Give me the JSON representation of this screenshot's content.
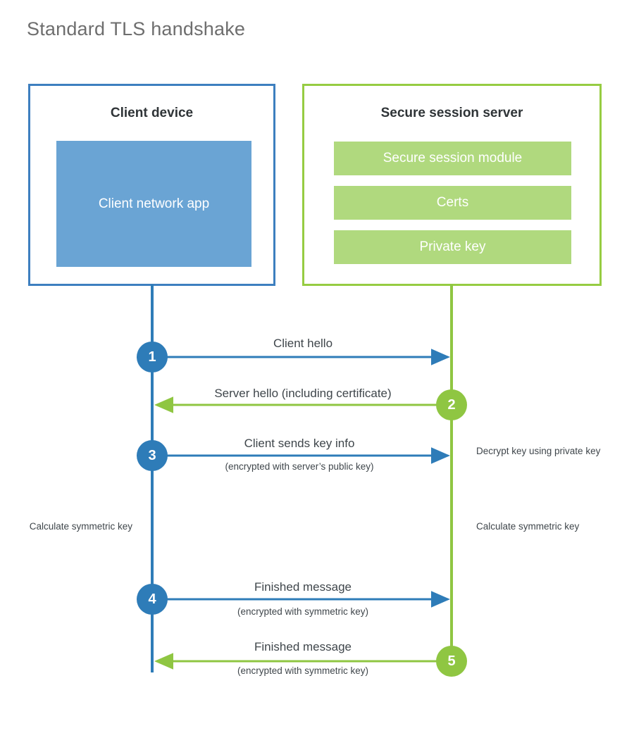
{
  "title": "Standard TLS handshake",
  "colors": {
    "client_border": "#3d7fbf",
    "client_fill": "#6aa4d4",
    "server_border": "#96cc42",
    "server_fill": "#b0d97e",
    "client_line": "#2e7cb8",
    "server_line": "#8fc642",
    "title_text": "#6e6e6e",
    "body_text": "#3f464b"
  },
  "client": {
    "title": "Client device",
    "app_label": "Client network app"
  },
  "server": {
    "title": "Secure session server",
    "components": [
      {
        "label": "Secure session module"
      },
      {
        "label": "Certs"
      },
      {
        "label": "Private key"
      }
    ]
  },
  "steps": [
    {
      "number": "1",
      "label": "Client hello",
      "sublabel": "",
      "direction": "client-to-server",
      "color": "blue"
    },
    {
      "number": "2",
      "label": "Server hello (including certificate)",
      "sublabel": "",
      "direction": "server-to-client",
      "color": "green"
    },
    {
      "number": "3",
      "label": "Client sends key info",
      "sublabel": "(encrypted with server’s public key)",
      "direction": "client-to-server",
      "color": "blue"
    },
    {
      "number": "4",
      "label": "Finished message",
      "sublabel": "(encrypted with symmetric key)",
      "direction": "client-to-server",
      "color": "blue"
    },
    {
      "number": "5",
      "label": "Finished message",
      "sublabel": "(encrypted with symmetric key)",
      "direction": "server-to-client",
      "color": "green"
    }
  ],
  "notes": {
    "decrypt": "Decrypt key using private key",
    "calculate_client": "Calculate symmetric key",
    "calculate_server": "Calculate symmetric key"
  }
}
